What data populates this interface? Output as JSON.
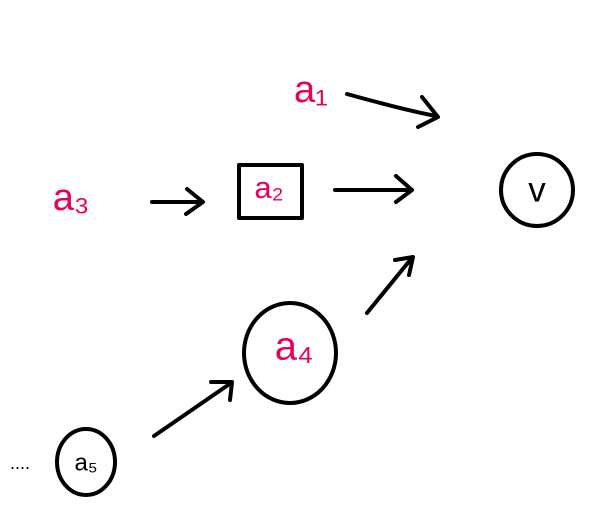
{
  "nodes": {
    "a1": {
      "label": "a₁"
    },
    "a2": {
      "label": "a₂"
    },
    "a3": {
      "label": "a₃"
    },
    "a4": {
      "label": "a₄"
    },
    "a5": {
      "label": "a₅"
    },
    "v": {
      "label": "v"
    },
    "ellipsis": {
      "label": "...."
    }
  },
  "colors": {
    "accent": "#e8005a",
    "ink": "#000000"
  }
}
